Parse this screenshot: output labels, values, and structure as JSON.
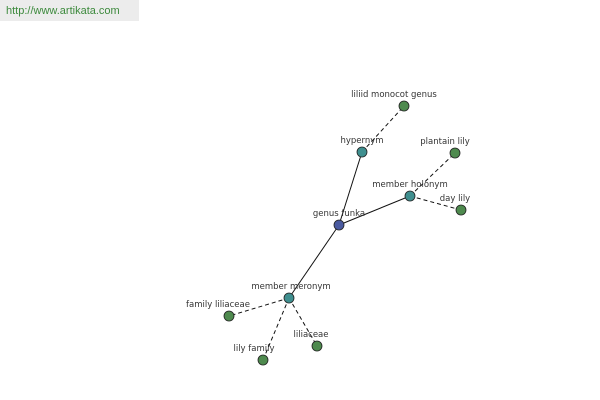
{
  "header": {
    "url": "http://www.artikata.com"
  },
  "graph": {
    "colors": {
      "center": "#4a5aa0",
      "relation": "#3f8f8f",
      "leaf": "#4e8a4e",
      "edge": "#111111"
    },
    "nodes": [
      {
        "id": "genus-funka",
        "label": "genus funka",
        "kind": "center"
      },
      {
        "id": "hypernym",
        "label": "hypernym",
        "kind": "relation"
      },
      {
        "id": "member-holonym",
        "label": "member holonym",
        "kind": "relation"
      },
      {
        "id": "member-meronym",
        "label": "member meronym",
        "kind": "relation"
      },
      {
        "id": "liliid-monocot-genus",
        "label": "liliid monocot genus",
        "kind": "leaf"
      },
      {
        "id": "plantain-lily",
        "label": "plantain lily",
        "kind": "leaf"
      },
      {
        "id": "day-lily",
        "label": "day lily",
        "kind": "leaf"
      },
      {
        "id": "family-liliaceae",
        "label": "family liliaceae",
        "kind": "leaf"
      },
      {
        "id": "lily-family",
        "label": "lily family",
        "kind": "leaf"
      },
      {
        "id": "liliaceae",
        "label": "liliaceae",
        "kind": "leaf"
      }
    ],
    "edges": [
      {
        "from": "genus-funka",
        "to": "hypernym",
        "style": "solid"
      },
      {
        "from": "genus-funka",
        "to": "member-holonym",
        "style": "solid"
      },
      {
        "from": "genus-funka",
        "to": "member-meronym",
        "style": "solid"
      },
      {
        "from": "hypernym",
        "to": "liliid-monocot-genus",
        "style": "dashed"
      },
      {
        "from": "member-holonym",
        "to": "plantain-lily",
        "style": "dashed"
      },
      {
        "from": "member-holonym",
        "to": "day-lily",
        "style": "dashed"
      },
      {
        "from": "member-meronym",
        "to": "family-liliaceae",
        "style": "dashed"
      },
      {
        "from": "member-meronym",
        "to": "lily-family",
        "style": "dashed"
      },
      {
        "from": "member-meronym",
        "to": "liliaceae",
        "style": "dashed"
      }
    ]
  }
}
